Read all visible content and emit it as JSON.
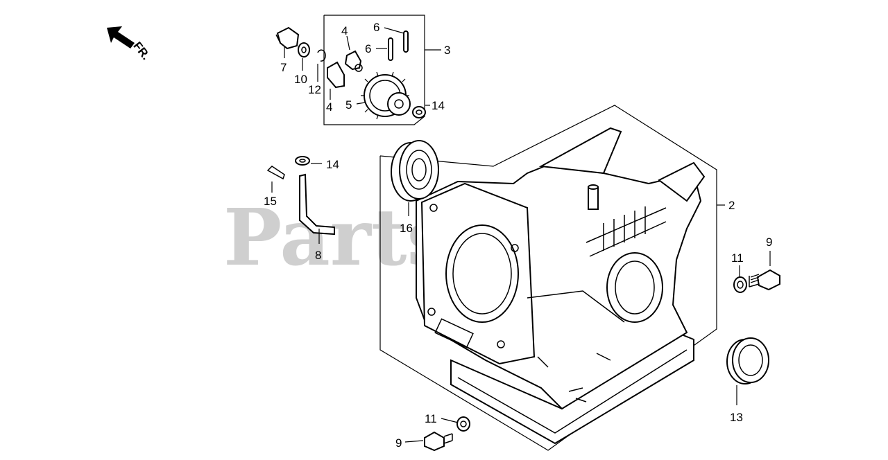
{
  "watermark": "PartsTree",
  "direction_label": "FR.",
  "callouts": {
    "c2": "2",
    "c3": "3",
    "c4a": "4",
    "c4b": "4",
    "c5": "5",
    "c6a": "6",
    "c6b": "6",
    "c7": "7",
    "c8": "8",
    "c9a": "9",
    "c9b": "9",
    "c10": "10",
    "c11a": "11",
    "c11b": "11",
    "c12": "12",
    "c13": "13",
    "c14a": "14",
    "c14b": "14",
    "c15": "15",
    "c16": "16"
  }
}
